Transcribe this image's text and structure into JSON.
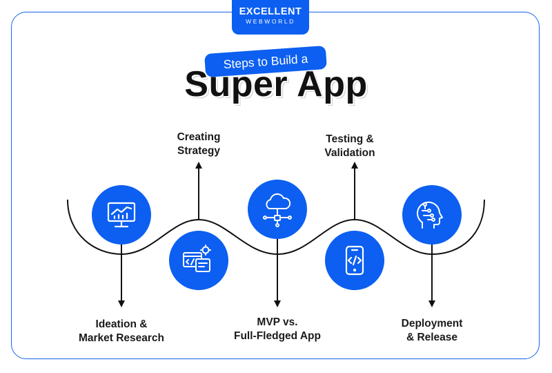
{
  "brand": {
    "name_line1": "EXCELLENT",
    "name_line2": "WEBWORLD"
  },
  "heading": {
    "subtitle": "Steps to Build a",
    "title": "Super App"
  },
  "colors": {
    "accent": "#0c5ff0",
    "line": "#111111",
    "text": "#1a1a1a"
  },
  "steps": [
    {
      "label_line1": "Ideation &",
      "label_line2": "Market Research",
      "icon": "monitor-chart-icon"
    },
    {
      "label_line1": "Creating",
      "label_line2": "Strategy",
      "icon": "code-window-gear-icon"
    },
    {
      "label_line1": "MVP vs.",
      "label_line2": "Full-Fledged App",
      "icon": "cloud-network-icon"
    },
    {
      "label_line1": "Testing &",
      "label_line2": "Validation",
      "icon": "mobile-code-icon"
    },
    {
      "label_line1": "Deployment",
      "label_line2": "& Release",
      "icon": "ai-head-icon"
    }
  ]
}
